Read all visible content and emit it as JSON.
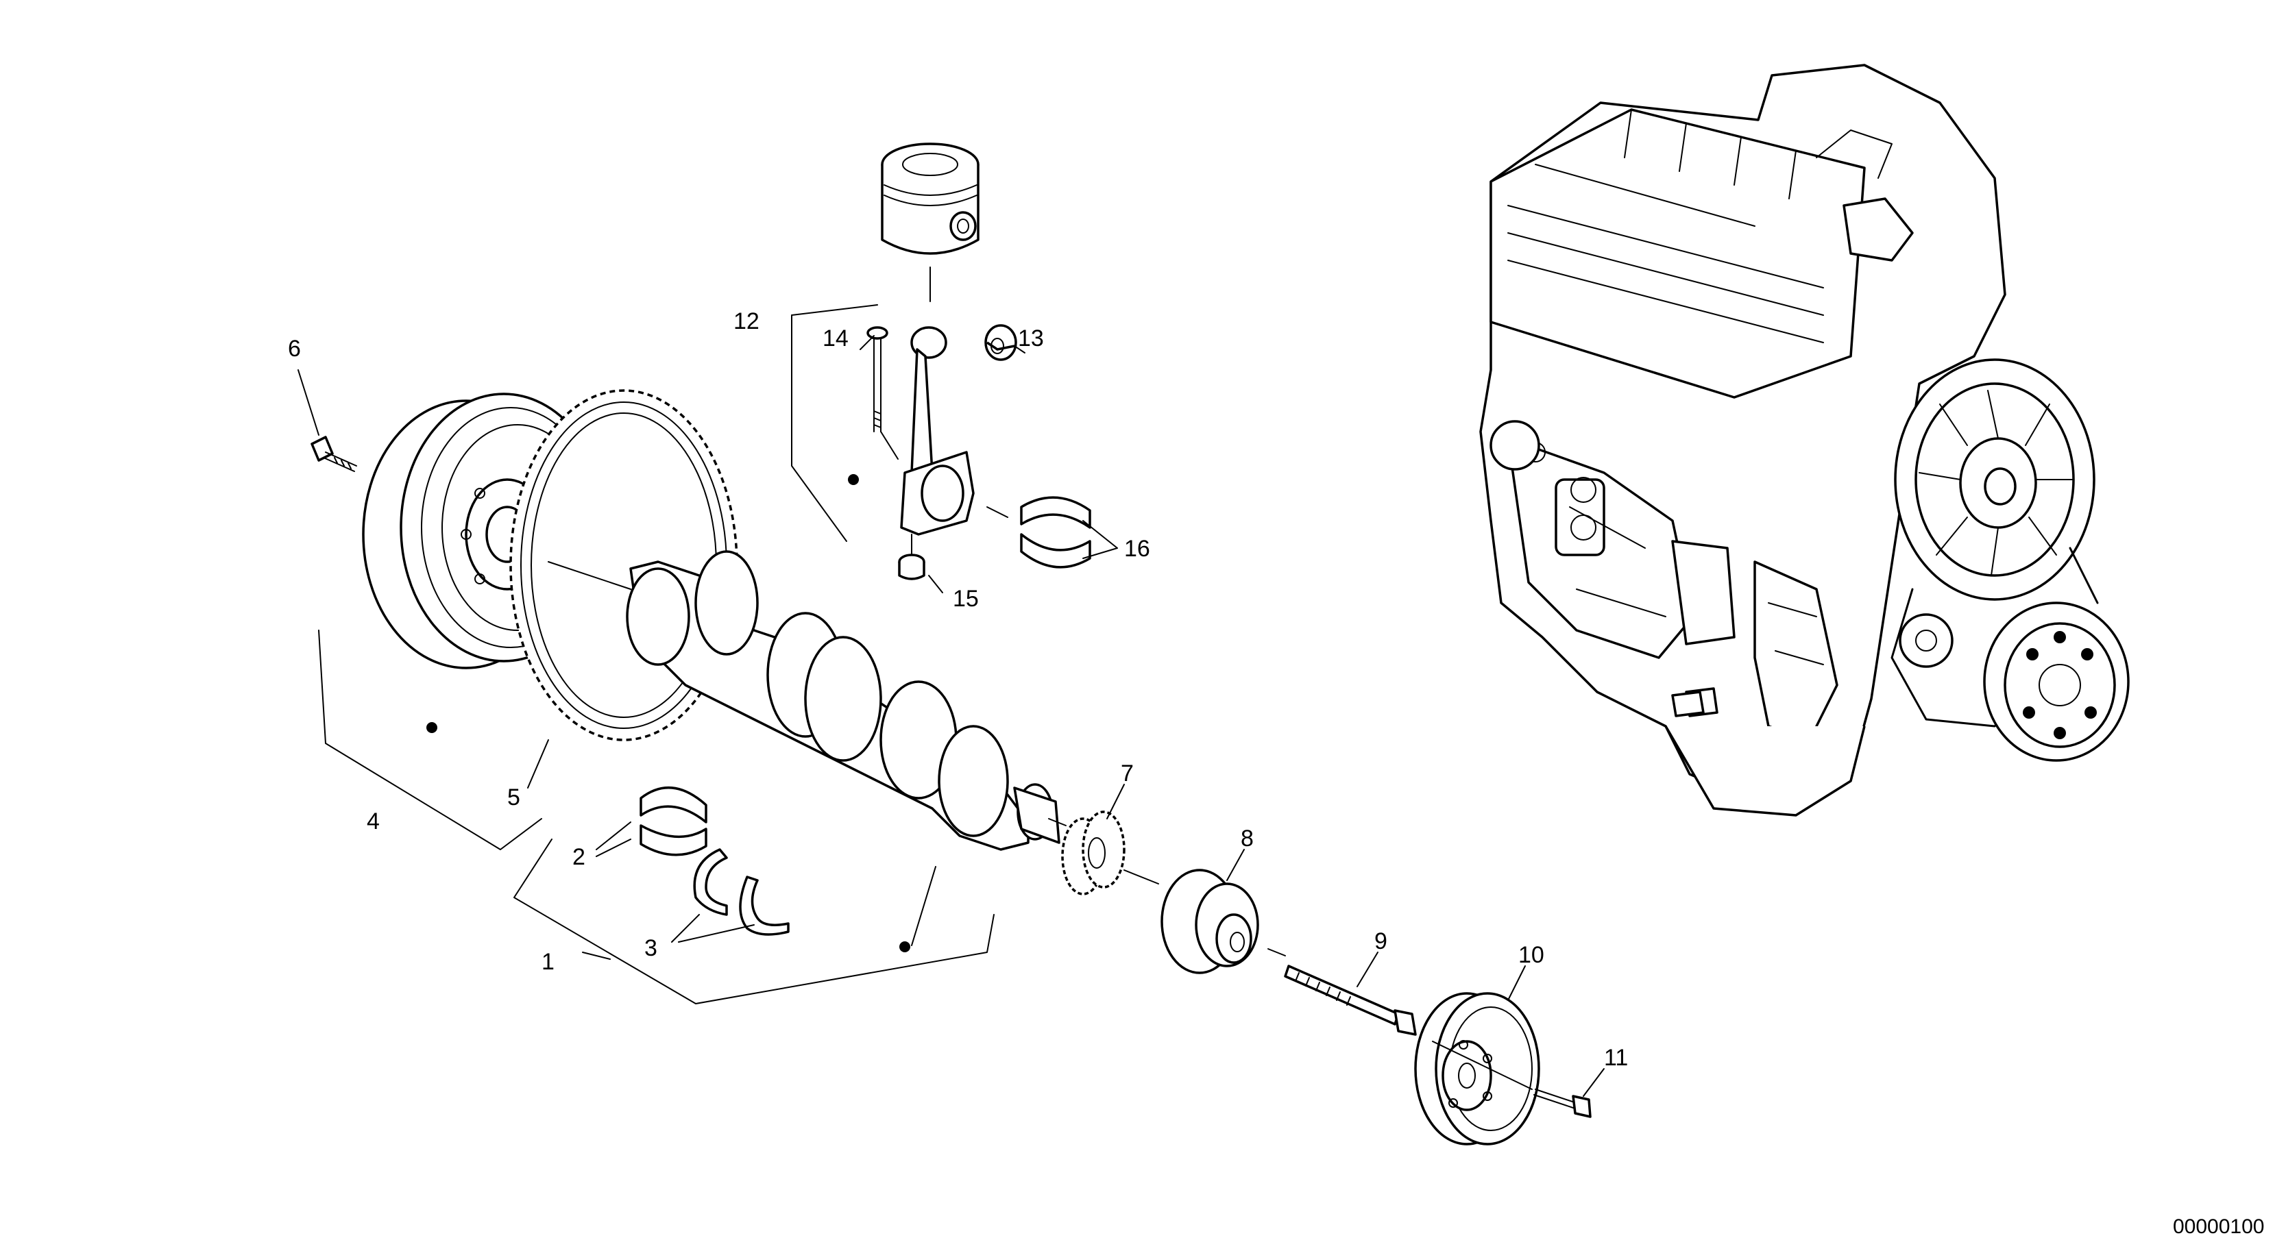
{
  "diagram": {
    "labels": {
      "l1": "1",
      "l2": "2",
      "l3": "3",
      "l4": "4",
      "l5": "5",
      "l6": "6",
      "l7": "7",
      "l8": "8",
      "l9": "9",
      "l10": "10",
      "l11": "11",
      "l12": "12",
      "l13": "13",
      "l14": "14",
      "l15": "15",
      "l16": "16"
    },
    "reference_number": "00000100"
  }
}
